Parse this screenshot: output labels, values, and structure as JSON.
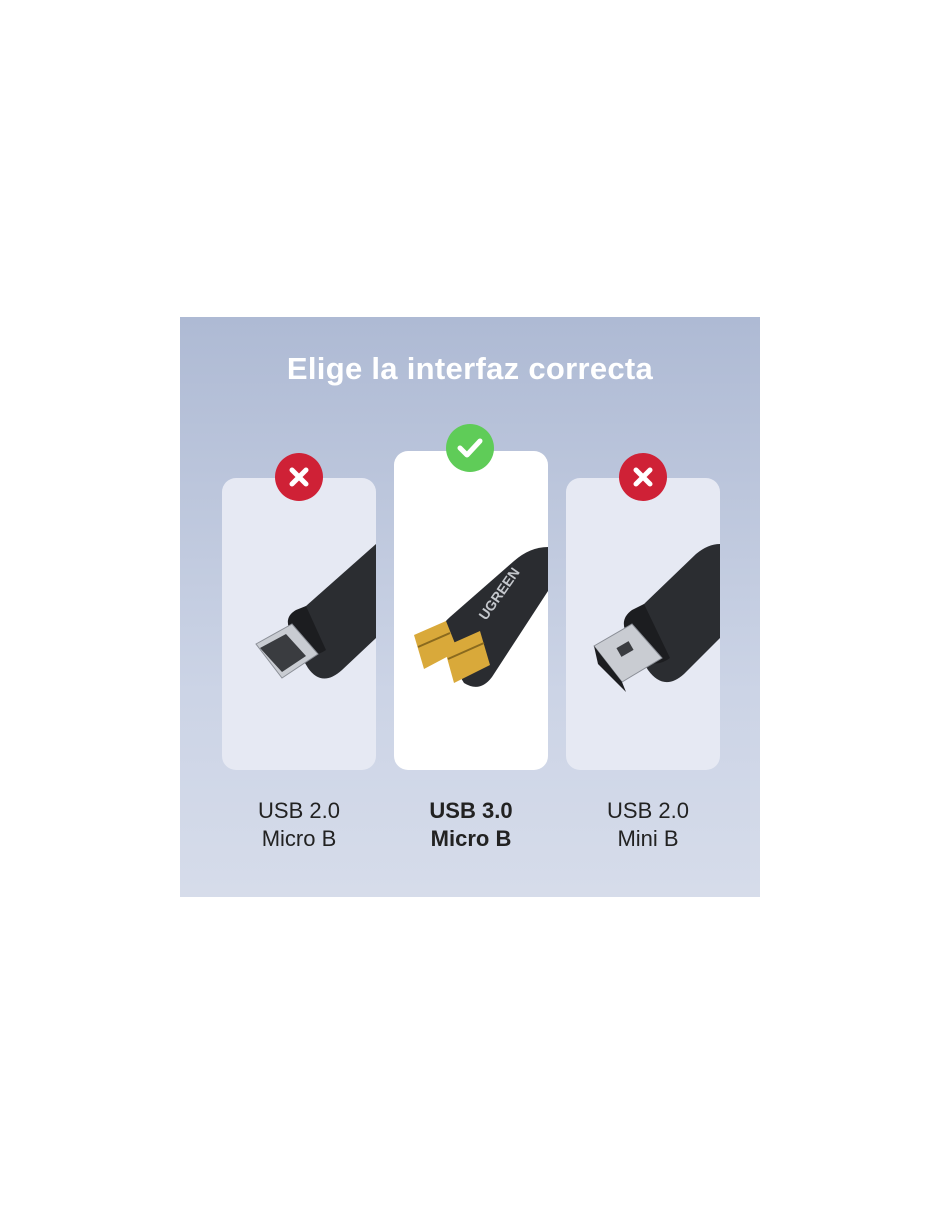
{
  "title": "Elige la interfaz correcta",
  "options": [
    {
      "line1": "USB 2.0",
      "line2": "Micro B",
      "status": "incorrect",
      "icon": "x-icon"
    },
    {
      "line1": "USB 3.0",
      "line2": "Micro B",
      "status": "correct",
      "icon": "check-icon",
      "brand": "UGREEN"
    },
    {
      "line1": "USB 2.0",
      "line2": "Mini B",
      "status": "incorrect",
      "icon": "x-icon"
    }
  ],
  "colors": {
    "incorrect": "#cf2136",
    "correct": "#5fcc58",
    "panel": "#bcc6dc"
  }
}
